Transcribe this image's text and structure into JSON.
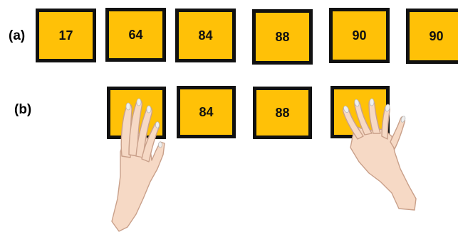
{
  "colors": {
    "card_fill": "#FFC107",
    "card_border": "#111111",
    "skin": "#F6D9C5",
    "skin_outline": "#C9A08A",
    "nail": "#EFEFEF"
  },
  "row_a": {
    "label": "(a)",
    "cards": [
      "17",
      "64",
      "84",
      "88",
      "90",
      "90"
    ]
  },
  "row_b": {
    "label": "(b)",
    "cards": [
      "",
      "84",
      "88",
      ""
    ]
  },
  "icons": {
    "left_hand": "left-hand-icon",
    "right_hand": "right-hand-icon"
  }
}
